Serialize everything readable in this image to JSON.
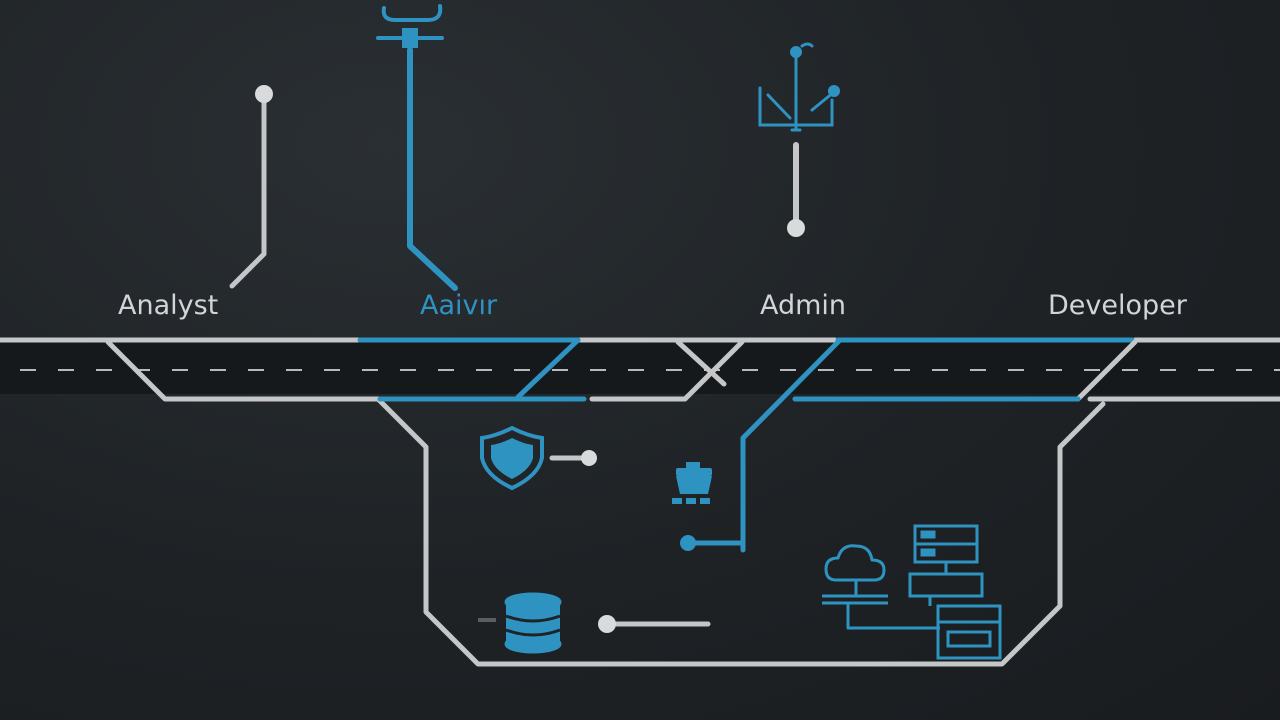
{
  "diagram": {
    "roles": [
      {
        "id": "analyst",
        "label": "Analyst",
        "color": "#d2d4d6"
      },
      {
        "id": "advisor",
        "label": "Aaivır",
        "color": "#2f93c2"
      },
      {
        "id": "admin",
        "label": "Admin",
        "color": "#d2d4d6"
      },
      {
        "id": "developer",
        "label": "Developer",
        "color": "#d2d4d6"
      }
    ],
    "icons": [
      "cloud-icon",
      "tree-node-icon",
      "shield-icon",
      "security-person-icon",
      "database-icon",
      "cloud-network-icon",
      "server-rack-icon"
    ],
    "colors": {
      "accent": "#2f93c2",
      "line": "#c4c6c8",
      "background": "#1f2326"
    }
  }
}
